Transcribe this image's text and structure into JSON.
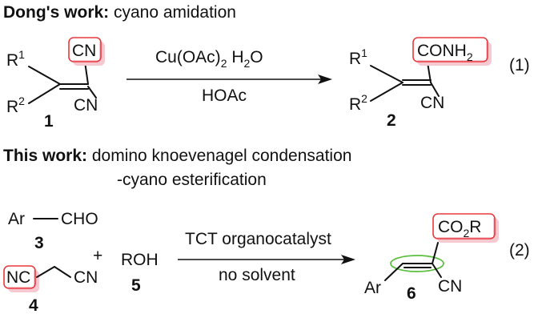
{
  "eq1": {
    "heading_bold": "Dong's work:",
    "heading_rest": " cyano amidation",
    "reactant": {
      "r1": "R",
      "r1_sup": "1",
      "r2": "R",
      "r2_sup": "2",
      "cn_top": "CN",
      "cn_bottom": "CN",
      "number": "1"
    },
    "arrow_top": {
      "main": "Cu(OAc)",
      "sub": "2",
      "tail": " H",
      "sub2": "2",
      "end": "O"
    },
    "arrow_bottom": "HOAc",
    "product": {
      "r1": "R",
      "r1_sup": "1",
      "r2": "R",
      "r2_sup": "2",
      "amide": "CONH",
      "amide_sub": "2",
      "cn": "CN",
      "number": "2"
    },
    "eq_label": "(1)"
  },
  "eq2": {
    "heading_bold": "This work:",
    "heading_rest": " domino knoevenagel condensation",
    "heading_line2": "-cyano esterification",
    "aldehyde": {
      "ar": "Ar",
      "cho": "CHO",
      "number": "3"
    },
    "plus": "+",
    "nitrile": {
      "nc": "NC",
      "cn": "CN",
      "number": "4"
    },
    "alcohol": {
      "text": "ROH",
      "number": "5"
    },
    "arrow_top": "TCT organocatalyst",
    "arrow_bottom": "no solvent",
    "product": {
      "ester": "CO",
      "ester_sub": "2",
      "ester_tail": "R",
      "ar": "Ar",
      "cn": "CN",
      "number": "6"
    },
    "eq_label": "(2)"
  },
  "colors": {
    "highlight_red": "#e8383d",
    "highlight_shadow": "#f6c9d0",
    "highlight_green": "#5bbf3f"
  }
}
